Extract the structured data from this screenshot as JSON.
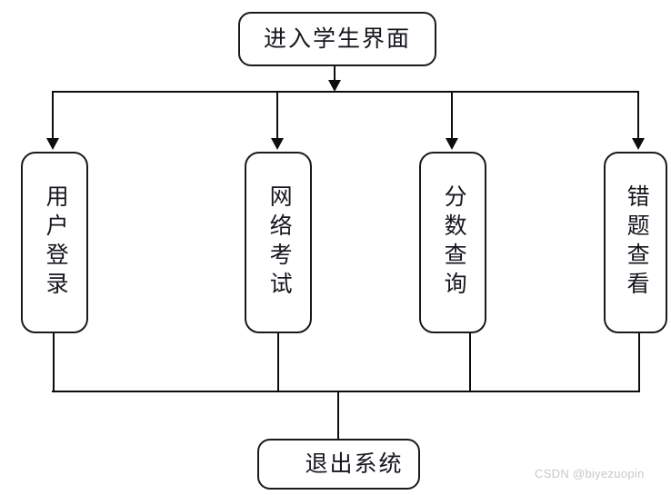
{
  "diagram": {
    "title": "进入学生界面",
    "root": {
      "label": "进入学生界面",
      "orientation": "horizontal"
    },
    "branches": [
      {
        "label": "用户登录",
        "orientation": "vertical"
      },
      {
        "label": "网络考试",
        "orientation": "vertical"
      },
      {
        "label": "分数查询",
        "orientation": "vertical"
      },
      {
        "label": "错题查看",
        "orientation": "vertical"
      }
    ],
    "terminal": {
      "label": "退出系统",
      "orientation": "horizontal"
    },
    "colors": {
      "stroke": "#0d0d0d",
      "node_border": "#1a1a1a",
      "node_fill": "#ffffff",
      "text": "#16161d",
      "background": "#ffffff",
      "watermark": "#c8c8c8"
    }
  },
  "watermark": {
    "text": "CSDN @biyezuopin"
  }
}
